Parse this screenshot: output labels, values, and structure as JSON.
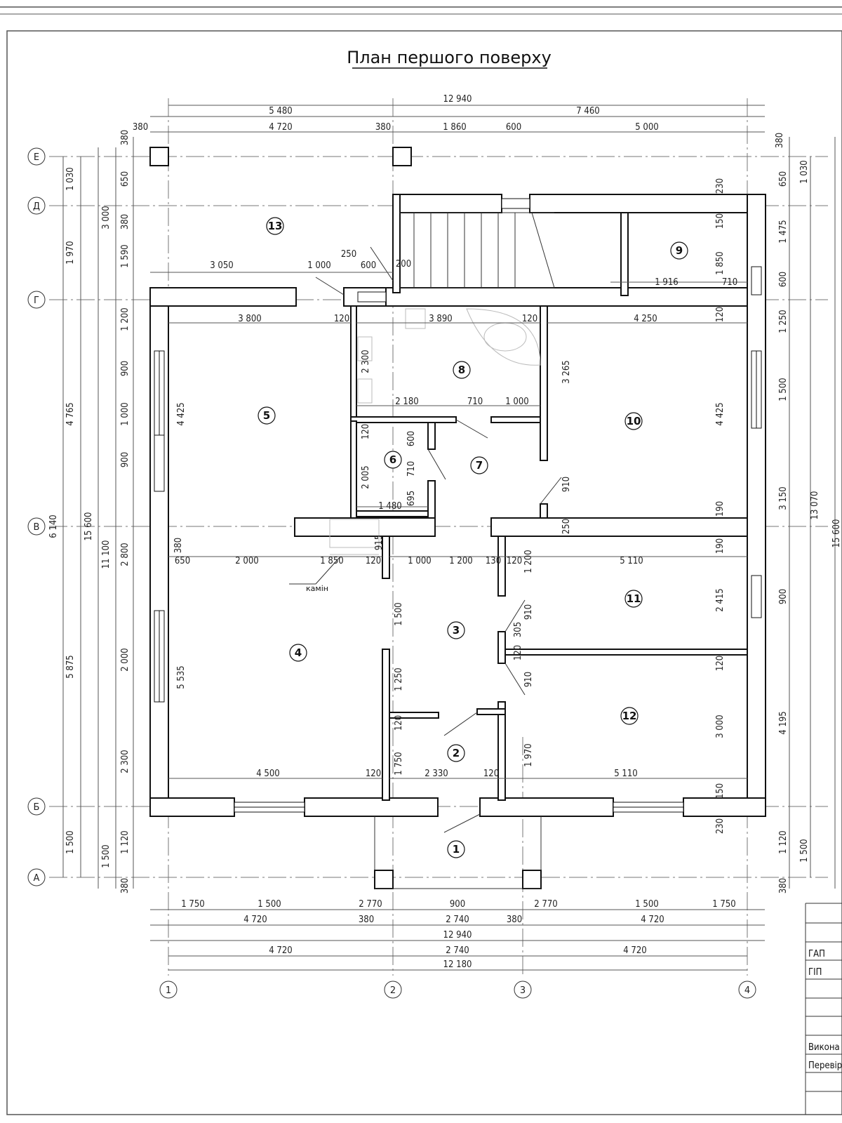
{
  "title": "План першого поверху",
  "top_dims": {
    "total": "12 940",
    "left": "5 480",
    "right": "7 460",
    "row3": [
      "380",
      "4 720",
      "380",
      "1 860",
      "600",
      "5 000",
      "380"
    ]
  },
  "bottom_dims": {
    "row1": [
      "1 750",
      "1 500",
      "2 770",
      "900",
      "2 770",
      "1 500",
      "1 750"
    ],
    "row2": [
      "4 720",
      "380",
      "2 740",
      "380",
      "4 720"
    ],
    "row3": "12 940",
    "row4": [
      "4 720",
      "2 740",
      "4 720"
    ],
    "row5": "12 180"
  },
  "left_dims": {
    "outer": [
      "1 030",
      "1 970",
      "4 765",
      "5 875",
      "1 500"
    ],
    "mid_long": [
      "3 000",
      "11 100",
      "1 500"
    ],
    "mid_vert": "15 600",
    "mid_vert2": "6 140",
    "inner": [
      "380",
      "650",
      "380",
      "1 590",
      "1 200",
      "900",
      "1 000",
      "900",
      "2 800",
      "2 000",
      "2 300",
      "1 120",
      "380"
    ]
  },
  "right_dims": {
    "inner": [
      "380",
      "650",
      "1 475",
      "600",
      "1 250",
      "1 500",
      "3 150",
      "900",
      "4 195",
      "1 120",
      "380"
    ],
    "mid": [
      "1 030",
      "13 070",
      "1 500"
    ],
    "outer": "15 600"
  },
  "interior_dims": [
    "3 050",
    "1 000",
    "250",
    "600",
    "200",
    "1 916",
    "710",
    "3 800",
    "120",
    "3 890",
    "120",
    "4 250",
    "120",
    "2 300",
    "2 180",
    "710",
    "1 000",
    "3 265",
    "4 425",
    "4 425",
    "120",
    "600",
    "710",
    "2 005",
    "1 480",
    "695",
    "910",
    "190",
    "250",
    "380",
    "650",
    "2 000",
    "1 850",
    "120",
    "915",
    "1 000",
    "1 200",
    "130",
    "120",
    "1 200",
    "5 110",
    "190",
    "1 500",
    "910",
    "305",
    "120",
    "910",
    "2 415",
    "120",
    "5 535",
    "1 250",
    "120",
    "3 000",
    "1 750",
    "1 970",
    "4 500",
    "120",
    "2 330",
    "120",
    "5 110",
    "150",
    "230",
    "230",
    "150",
    "1 850"
  ],
  "rooms": [
    "1",
    "2",
    "3",
    "4",
    "5",
    "6",
    "7",
    "8",
    "9",
    "10",
    "11",
    "12",
    "13"
  ],
  "axes_letters": [
    "Е",
    "Д",
    "Г",
    "В",
    "Б",
    "А"
  ],
  "axes_numbers": [
    "1",
    "2",
    "3",
    "4"
  ],
  "fireplace_label": "камін",
  "title_block": [
    "ГАП",
    "ГІП",
    "Викона",
    "Перевір"
  ]
}
